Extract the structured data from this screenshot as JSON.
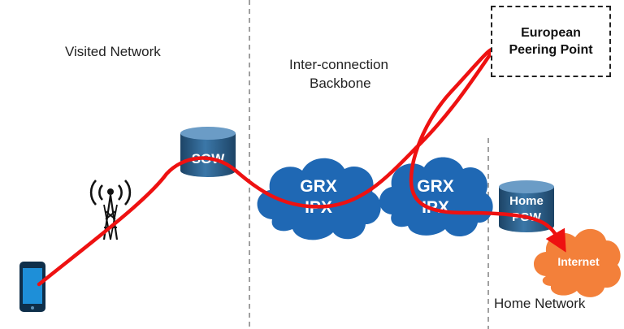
{
  "regions": {
    "visited": "Visited Network",
    "backbone_line1": "Inter-connection",
    "backbone_line2": "Backbone",
    "home": "Home Network"
  },
  "peering_point": {
    "line1": "European",
    "line2": "Peering Point"
  },
  "nodes": {
    "sgw": "SGW",
    "grx1_line1": "GRX",
    "grx1_line2": "IPX",
    "grx2_line1": "GRX",
    "grx2_line2": "IPX",
    "pgw_line1": "Home",
    "pgw_line2": "PGW",
    "internet": "Internet"
  },
  "colors": {
    "path": "#ee1111",
    "cloud": "#1f68b4",
    "cylinder": "#2a5b86",
    "internet_cloud": "#f3803a"
  }
}
